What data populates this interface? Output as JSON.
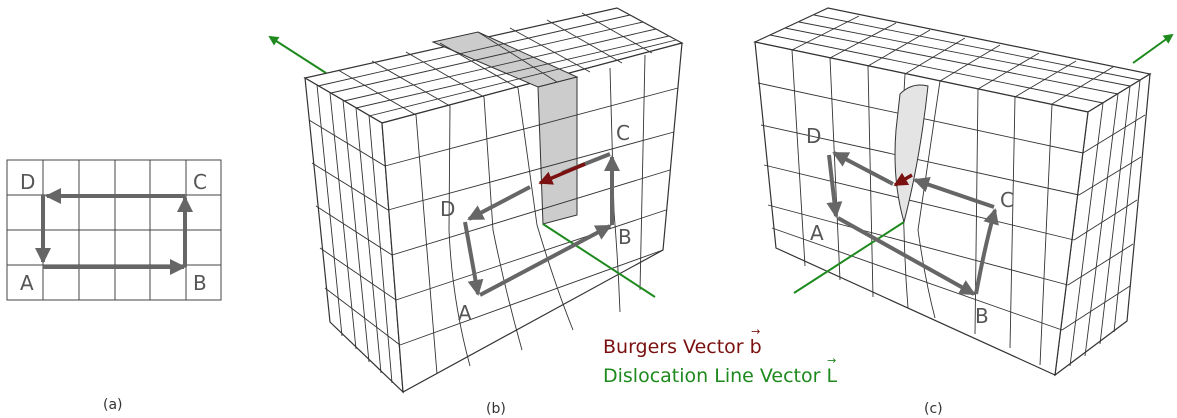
{
  "panels": {
    "a": {
      "caption": "(a)",
      "points": {
        "A": "A",
        "B": "B",
        "C": "C",
        "D": "D"
      }
    },
    "b": {
      "caption": "(b)",
      "points": {
        "A": "A",
        "B": "B",
        "C": "C",
        "D": "D"
      }
    },
    "c": {
      "caption": "(c)",
      "points": {
        "A": "A",
        "B": "B",
        "C": "C",
        "D": "D"
      }
    }
  },
  "legend": {
    "burgers_text": "Burgers Vector",
    "burgers_symbol": "b",
    "line_text": "Dislocation Line Vector",
    "line_symbol": "L"
  },
  "colors": {
    "burgers": "#7a1010",
    "dislocation_line": "#1e8a1e",
    "circuit": "#666666",
    "grid": "#333333",
    "shaded_plane": "#cccccc"
  }
}
